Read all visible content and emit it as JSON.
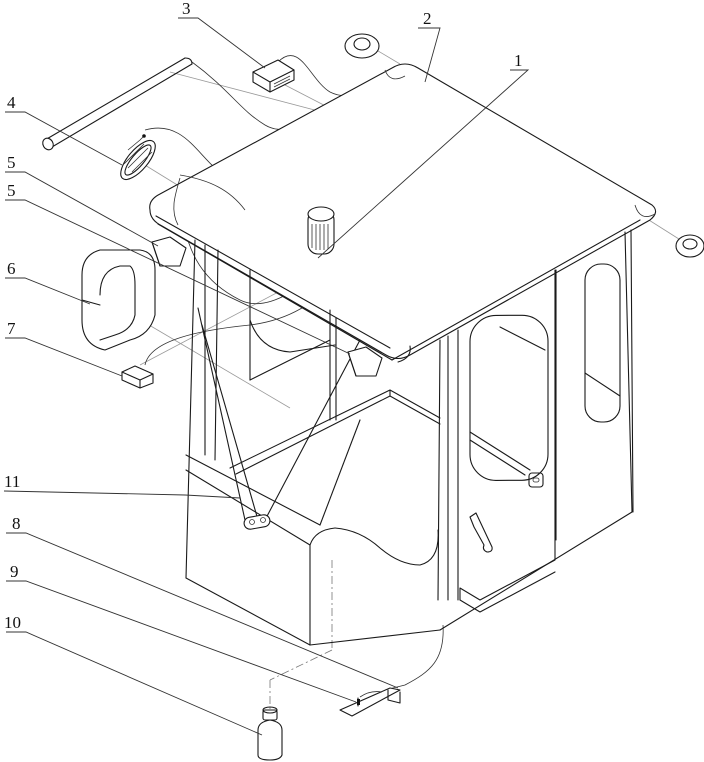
{
  "figure": {
    "type": "exploded isometric line drawing of a cab",
    "line_color": "#1a1a1a",
    "background": "#ffffff",
    "callouts": [
      {
        "id": "1",
        "label": "1"
      },
      {
        "id": "2",
        "label": "2"
      },
      {
        "id": "3",
        "label": "3"
      },
      {
        "id": "4",
        "label": "4"
      },
      {
        "id": "5a",
        "label": "5"
      },
      {
        "id": "5b",
        "label": "5"
      },
      {
        "id": "6",
        "label": "6"
      },
      {
        "id": "7",
        "label": "7"
      },
      {
        "id": "11",
        "label": "11"
      },
      {
        "id": "8",
        "label": "8"
      },
      {
        "id": "9",
        "label": "9"
      },
      {
        "id": "10",
        "label": "10"
      }
    ]
  }
}
